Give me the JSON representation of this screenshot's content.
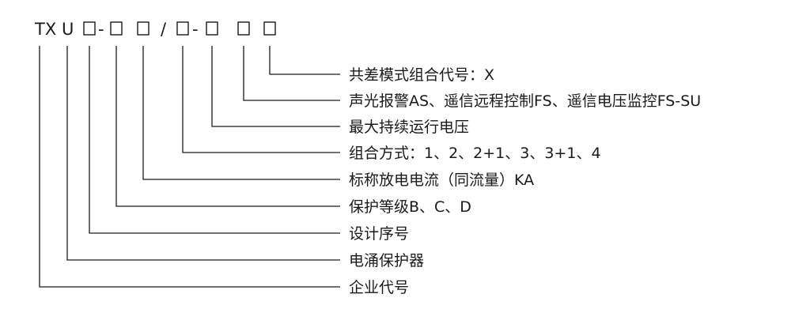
{
  "code": {
    "part_tx": "TX",
    "part_u": "U",
    "dash": "-",
    "slash": "/"
  },
  "legend": [
    "共差模式组合代号：X",
    "声光报警AS、遥信远程控制FS、遥信电压监控FS-SU",
    "最大持续运行电压",
    "组合方式：1、2、2+1、3、3+1、4",
    "标称放电电流（同流量）KA",
    "保护等级B、C、D",
    "设计序号",
    "电涌保护器",
    "企业代号"
  ]
}
